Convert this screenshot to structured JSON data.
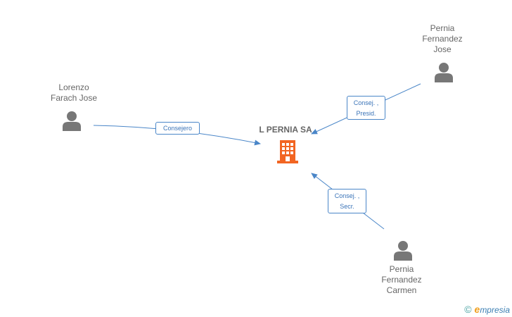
{
  "company": {
    "name": "L PERNIA SA",
    "icon": "building-icon",
    "color": "#f26522"
  },
  "persons": [
    {
      "id": "lorenzo",
      "lines": [
        "Lorenzo",
        "Farach Jose"
      ],
      "icon": "person-icon"
    },
    {
      "id": "pernia-jose",
      "lines": [
        "Pernia",
        "Fernandez",
        "Jose"
      ],
      "icon": "person-icon"
    },
    {
      "id": "pernia-carmen",
      "lines": [
        "Pernia",
        "Fernandez",
        "Carmen"
      ],
      "icon": "person-icon"
    }
  ],
  "relations": [
    {
      "from": "lorenzo",
      "label_lines": [
        "Consejero"
      ]
    },
    {
      "from": "pernia-jose",
      "label_lines": [
        "Consej. ,",
        "Presid."
      ]
    },
    {
      "from": "pernia-carmen",
      "label_lines": [
        "Consej. ,",
        "Secr."
      ]
    }
  ],
  "colors": {
    "edge": "#4a86c8",
    "text": "#666666",
    "person_icon": "#777777"
  },
  "brand": {
    "copyright_symbol": "©",
    "initial": "e",
    "rest": "mpresia"
  }
}
